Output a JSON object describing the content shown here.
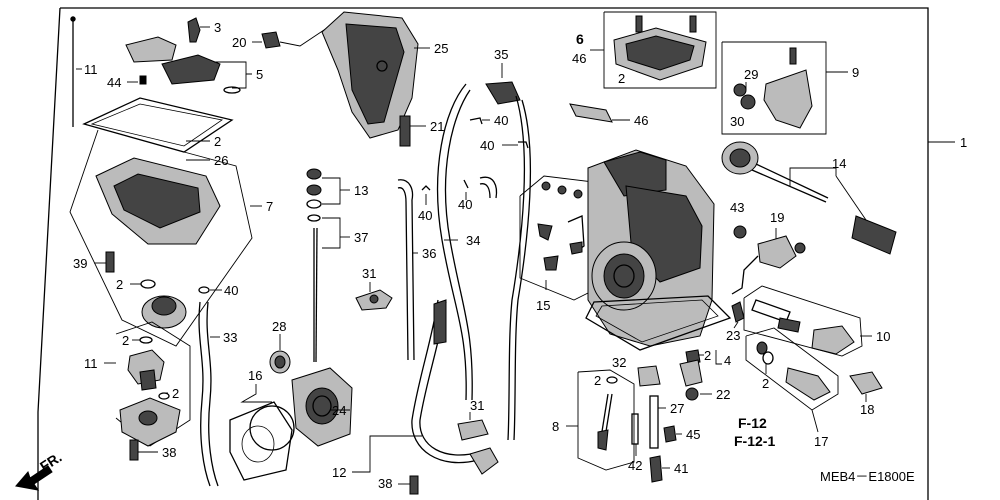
{
  "diagram": {
    "frame_label": "1",
    "fr_arrow_label": "FR.",
    "part_number_code": "MEB4－E1800E",
    "ref_codes": [
      "F-12",
      "F-12-1"
    ],
    "callouts": {
      "c11a": "11",
      "c44": "44",
      "c3": "3",
      "c20": "20",
      "c5": "5",
      "c2a": "2",
      "c26": "26",
      "c7": "7",
      "c39": "39",
      "c2b": "2",
      "c40a": "40",
      "c33": "33",
      "c11b": "11",
      "c2c": "2",
      "c2d": "2",
      "c38a": "38",
      "c25": "25",
      "c21": "21",
      "c13": "13",
      "c37": "37",
      "c36": "36",
      "c31a": "31",
      "c28": "28",
      "c16": "16",
      "c24": "24",
      "c12": "12",
      "c38b": "38",
      "c35": "35",
      "c40b": "40",
      "c40c": "40",
      "c40d": "40",
      "c40e": "40",
      "c34": "34",
      "c31b": "31",
      "c6": "6",
      "c46a": "46",
      "c2e": "2",
      "c46b": "46",
      "c15": "15",
      "c8": "8",
      "c32": "32",
      "c2f": "2",
      "c27": "27",
      "c45": "45",
      "c42": "42",
      "c41": "41",
      "c9": "9",
      "c29": "29",
      "c30": "30",
      "c14": "14",
      "c43": "43",
      "c19": "19",
      "c23": "23",
      "c10": "10",
      "c2g": "2",
      "c4": "4",
      "c22": "22",
      "c2h": "2",
      "c18": "18",
      "c17": "17"
    }
  }
}
